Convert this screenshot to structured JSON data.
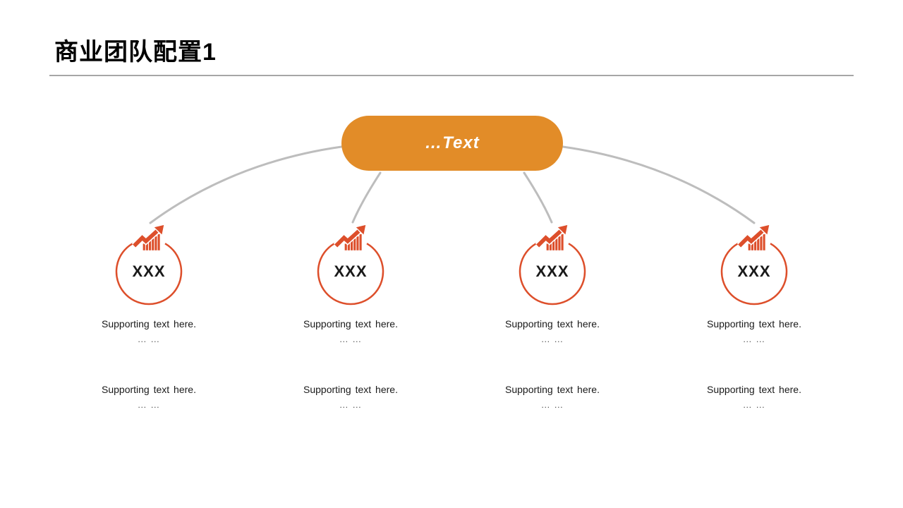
{
  "slide": {
    "title": "商业团队配置1",
    "root": {
      "label": "…Text"
    },
    "branches": [
      {
        "label": "XXX",
        "icon": "trend-up-bars-icon",
        "blocks": [
          {
            "text": "Supporting text here.",
            "more": "… …"
          },
          {
            "text": "Supporting text here.",
            "more": "… …"
          }
        ]
      },
      {
        "label": "XXX",
        "icon": "trend-up-bars-icon",
        "blocks": [
          {
            "text": "Supporting text here.",
            "more": "… …"
          },
          {
            "text": "Supporting text here.",
            "more": "… …"
          }
        ]
      },
      {
        "label": "XXX",
        "icon": "trend-up-bars-icon",
        "blocks": [
          {
            "text": "Supporting text here.",
            "more": "… …"
          },
          {
            "text": "Supporting text here.",
            "more": "… …"
          }
        ]
      },
      {
        "label": "XXX",
        "icon": "trend-up-bars-icon",
        "blocks": [
          {
            "text": "Supporting text here.",
            "more": "… …"
          },
          {
            "text": "Supporting text here.",
            "more": "… …"
          }
        ]
      }
    ],
    "colors": {
      "accent_orange": "#e28c28",
      "accent_vermillion": "#dd4f2b",
      "connector_gray": "#bdbdbd",
      "divider_gray": "#a6a6a6",
      "text_black": "#1a1a1a"
    }
  }
}
